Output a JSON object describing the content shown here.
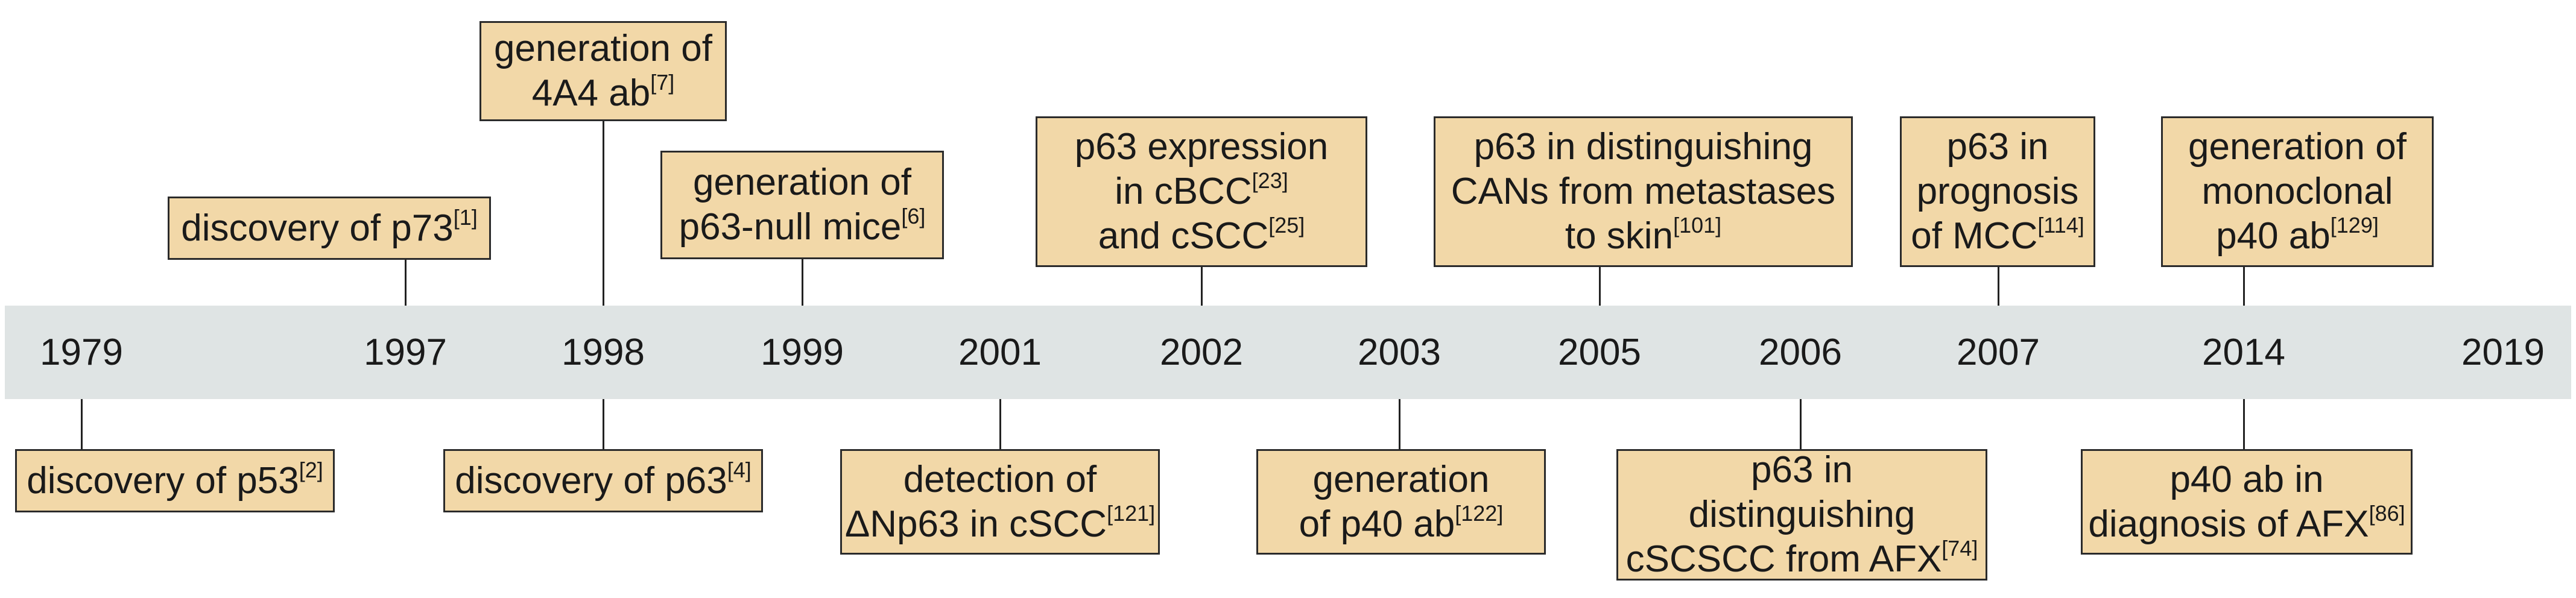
{
  "timeline": {
    "years": [
      "1979",
      "1997",
      "1998",
      "1999",
      "2001",
      "2002",
      "2003",
      "2005",
      "2006",
      "2007",
      "2014",
      "2019"
    ],
    "events_above": [
      {
        "id": "p73",
        "year": "1997",
        "lines": [
          {
            "text": "discovery of p73",
            "ref": "[1]"
          }
        ]
      },
      {
        "id": "4a4",
        "year": "1998",
        "lines": [
          {
            "text": "generation of",
            "ref": ""
          },
          {
            "text": "4A4 ab",
            "ref": "[7]"
          }
        ]
      },
      {
        "id": "p63null",
        "year": "1999",
        "lines": [
          {
            "text": "generation of",
            "ref": ""
          },
          {
            "text": "p63-null mice",
            "ref": "[6]"
          }
        ]
      },
      {
        "id": "cbcc",
        "year": "2002",
        "lines": [
          {
            "text": "p63 expression",
            "ref": ""
          },
          {
            "text": "in cBCC",
            "ref": "[23]"
          },
          {
            "text": "and cSCC",
            "ref": "[25]"
          }
        ]
      },
      {
        "id": "cans",
        "year": "2005",
        "lines": [
          {
            "text": "p63 in distinguishing",
            "ref": ""
          },
          {
            "text": "CANs from metastases",
            "ref": ""
          },
          {
            "text": "to skin",
            "ref": "[101]"
          }
        ]
      },
      {
        "id": "mcc",
        "year": "2007",
        "lines": [
          {
            "text": "p63 in",
            "ref": ""
          },
          {
            "text": "prognosis",
            "ref": ""
          },
          {
            "text": "of MCC",
            "ref": "[114]"
          }
        ]
      },
      {
        "id": "monop40",
        "year": "2014",
        "lines": [
          {
            "text": "generation of",
            "ref": ""
          },
          {
            "text": "monoclonal",
            "ref": ""
          },
          {
            "text": "p40 ab",
            "ref": "[129]"
          }
        ]
      }
    ],
    "events_below": [
      {
        "id": "p53",
        "year": "1979",
        "lines": [
          {
            "text": "discovery of p53",
            "ref": "[2]"
          }
        ]
      },
      {
        "id": "p63",
        "year": "1998",
        "lines": [
          {
            "text": "discovery of p63",
            "ref": "[4]"
          }
        ]
      },
      {
        "id": "dnp63",
        "year": "2001",
        "lines": [
          {
            "text": "detection of",
            "ref": ""
          },
          {
            "text": "ΔNp63 in cSCC",
            "ref": "[121]"
          }
        ]
      },
      {
        "id": "p40gen",
        "year": "2003",
        "lines": [
          {
            "text": "generation",
            "ref": ""
          },
          {
            "text": "of p40 ab",
            "ref": "[122]"
          }
        ]
      },
      {
        "id": "cscscc",
        "year": "2006",
        "lines": [
          {
            "text": "p63 in",
            "ref": ""
          },
          {
            "text": "distinguishing",
            "ref": ""
          },
          {
            "text": "cSCSCC from AFX",
            "ref": "[74]"
          }
        ]
      },
      {
        "id": "afx",
        "year": "2014",
        "lines": [
          {
            "text": "p40 ab in",
            "ref": ""
          },
          {
            "text": "diagnosis of AFX",
            "ref": "[86]"
          }
        ]
      }
    ],
    "colors": {
      "box_fill": "#f2d8a8",
      "box_border": "#2b2b2b",
      "band": "#dfe4e4"
    }
  }
}
